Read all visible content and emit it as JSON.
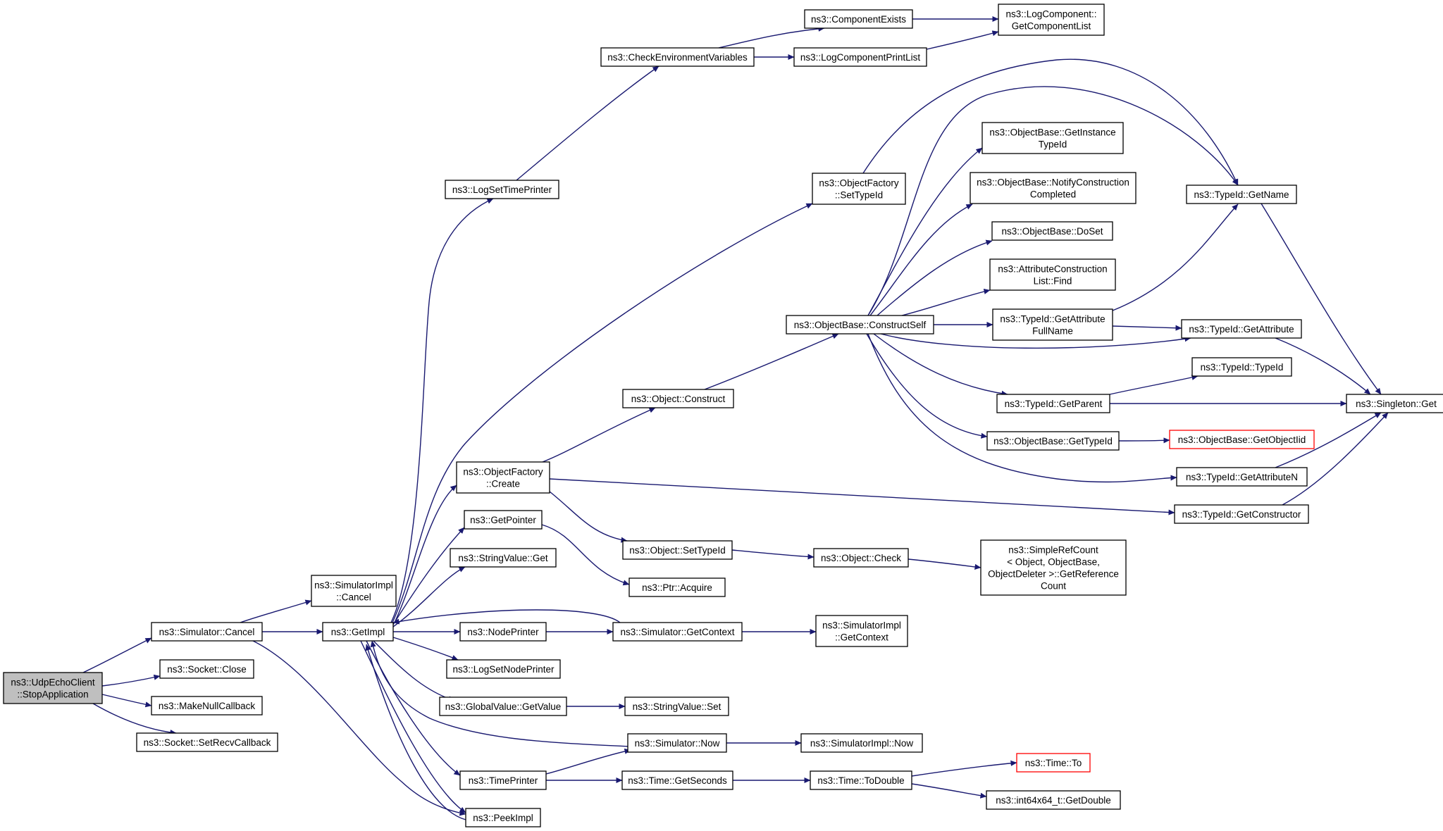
{
  "diagram": {
    "nodes": [
      {
        "id": "root",
        "lines": [
          "ns3::UdpEchoClient",
          "::StopApplication"
        ],
        "highlight": true
      },
      {
        "id": "simcancel",
        "lines": [
          "ns3::Simulator::Cancel"
        ]
      },
      {
        "id": "sockclose",
        "lines": [
          "ns3::Socket::Close"
        ]
      },
      {
        "id": "makenull",
        "lines": [
          "ns3::MakeNullCallback"
        ]
      },
      {
        "id": "setrecv",
        "lines": [
          "ns3::Socket::SetRecvCallback"
        ]
      },
      {
        "id": "simimplcancel",
        "lines": [
          "ns3::SimulatorImpl",
          "::Cancel"
        ]
      },
      {
        "id": "getimpl",
        "lines": [
          "ns3::GetImpl"
        ]
      },
      {
        "id": "logsettime",
        "lines": [
          "ns3::LogSetTimePrinter"
        ]
      },
      {
        "id": "checkenv",
        "lines": [
          "ns3::CheckEnvironmentVariables"
        ]
      },
      {
        "id": "compexists",
        "lines": [
          "ns3::ComponentExists"
        ]
      },
      {
        "id": "logcompprint",
        "lines": [
          "ns3::LogComponentPrintList"
        ]
      },
      {
        "id": "getcomplist",
        "lines": [
          "ns3::LogComponent::",
          "GetComponentList"
        ]
      },
      {
        "id": "objfactcreate",
        "lines": [
          "ns3::ObjectFactory",
          "::Create"
        ]
      },
      {
        "id": "objfactsettypeid",
        "lines": [
          "ns3::ObjectFactory",
          "::SetTypeId"
        ]
      },
      {
        "id": "getpointer",
        "lines": [
          "ns3::GetPointer"
        ]
      },
      {
        "id": "stringget",
        "lines": [
          "ns3::StringValue::Get"
        ]
      },
      {
        "id": "nodeprinter",
        "lines": [
          "ns3::NodePrinter"
        ]
      },
      {
        "id": "logsetnode",
        "lines": [
          "ns3::LogSetNodePrinter"
        ]
      },
      {
        "id": "globalgetvalue",
        "lines": [
          "ns3::GlobalValue::GetValue"
        ]
      },
      {
        "id": "timeprinter",
        "lines": [
          "ns3::TimePrinter"
        ]
      },
      {
        "id": "peekimpl",
        "lines": [
          "ns3::PeekImpl"
        ]
      },
      {
        "id": "objconstruct",
        "lines": [
          "ns3::Object::Construct"
        ]
      },
      {
        "id": "objsettypeid",
        "lines": [
          "ns3::Object::SetTypeId"
        ]
      },
      {
        "id": "ptracquire",
        "lines": [
          "ns3::Ptr::Acquire"
        ]
      },
      {
        "id": "simgetcontext",
        "lines": [
          "ns3::Simulator::GetContext"
        ]
      },
      {
        "id": "stringset",
        "lines": [
          "ns3::StringValue::Set"
        ]
      },
      {
        "id": "simnow",
        "lines": [
          "ns3::Simulator::Now"
        ]
      },
      {
        "id": "timegetseconds",
        "lines": [
          "ns3::Time::GetSeconds"
        ]
      },
      {
        "id": "constructself",
        "lines": [
          "ns3::ObjectBase::ConstructSelf"
        ]
      },
      {
        "id": "objcheck",
        "lines": [
          "ns3::Object::Check"
        ]
      },
      {
        "id": "simimplgetcontext",
        "lines": [
          "ns3::SimulatorImpl",
          "::GetContext"
        ]
      },
      {
        "id": "simimplnow",
        "lines": [
          "ns3::SimulatorImpl::Now"
        ]
      },
      {
        "id": "timetodouble",
        "lines": [
          "ns3::Time::ToDouble"
        ]
      },
      {
        "id": "getinstancetypeid",
        "lines": [
          "ns3::ObjectBase::GetInstance",
          "TypeId"
        ]
      },
      {
        "id": "notifyconstruction",
        "lines": [
          "ns3::ObjectBase::NotifyConstruction",
          "Completed"
        ]
      },
      {
        "id": "doset",
        "lines": [
          "ns3::ObjectBase::DoSet"
        ]
      },
      {
        "id": "attrconstfind",
        "lines": [
          "ns3::AttributeConstruction",
          "List::Find"
        ]
      },
      {
        "id": "getattrfullname",
        "lines": [
          "ns3::TypeId::GetAttribute",
          "FullName"
        ]
      },
      {
        "id": "getparent",
        "lines": [
          "ns3::TypeId::GetParent"
        ]
      },
      {
        "id": "objbasegettypeid",
        "lines": [
          "ns3::ObjectBase::GetTypeId"
        ]
      },
      {
        "id": "simplerefcount",
        "lines": [
          "ns3::SimpleRefCount",
          "< Object, ObjectBase,",
          "ObjectDeleter >::GetReference",
          "Count"
        ]
      },
      {
        "id": "timeto",
        "lines": [
          "ns3::Time::To"
        ],
        "red": true
      },
      {
        "id": "getdouble",
        "lines": [
          "ns3::int64x64_t::GetDouble"
        ]
      },
      {
        "id": "typeidgetname",
        "lines": [
          "ns3::TypeId::GetName"
        ]
      },
      {
        "id": "typeidgetattr",
        "lines": [
          "ns3::TypeId::GetAttribute"
        ]
      },
      {
        "id": "typeidtypeid",
        "lines": [
          "ns3::TypeId::TypeId"
        ]
      },
      {
        "id": "getobjectiid",
        "lines": [
          "ns3::ObjectBase::GetObjectIid"
        ],
        "red": true
      },
      {
        "id": "getattrn",
        "lines": [
          "ns3::TypeId::GetAttributeN"
        ]
      },
      {
        "id": "getconstructor",
        "lines": [
          "ns3::TypeId::GetConstructor"
        ]
      },
      {
        "id": "singletonget",
        "lines": [
          "ns3::Singleton::Get"
        ]
      }
    ],
    "edges": [
      [
        "root",
        "simcancel"
      ],
      [
        "root",
        "sockclose"
      ],
      [
        "root",
        "makenull"
      ],
      [
        "root",
        "setrecv"
      ],
      [
        "simcancel",
        "simimplcancel"
      ],
      [
        "simcancel",
        "getimpl"
      ],
      [
        "simcancel",
        "peekimpl"
      ],
      [
        "getimpl",
        "logsettime"
      ],
      [
        "getimpl",
        "objfactsettypeid"
      ],
      [
        "getimpl",
        "objfactcreate"
      ],
      [
        "getimpl",
        "getpointer"
      ],
      [
        "getimpl",
        "stringget"
      ],
      [
        "getimpl",
        "nodeprinter"
      ],
      [
        "getimpl",
        "logsetnode"
      ],
      [
        "getimpl",
        "globalgetvalue"
      ],
      [
        "getimpl",
        "timeprinter"
      ],
      [
        "getimpl",
        "peekimpl"
      ],
      [
        "simgetcontext",
        "getimpl"
      ],
      [
        "simnow",
        "getimpl"
      ],
      [
        "peekimpl",
        "getimpl"
      ],
      [
        "logsettime",
        "checkenv"
      ],
      [
        "checkenv",
        "compexists"
      ],
      [
        "checkenv",
        "logcompprint"
      ],
      [
        "compexists",
        "getcomplist"
      ],
      [
        "logcompprint",
        "getcomplist"
      ],
      [
        "objfactsettypeid",
        "typeidgetname"
      ],
      [
        "objfactcreate",
        "objconstruct"
      ],
      [
        "objfactcreate",
        "objsettypeid"
      ],
      [
        "objfactcreate",
        "getconstructor"
      ],
      [
        "getpointer",
        "ptracquire"
      ],
      [
        "nodeprinter",
        "simgetcontext"
      ],
      [
        "globalgetvalue",
        "stringset"
      ],
      [
        "timeprinter",
        "simnow"
      ],
      [
        "timeprinter",
        "timegetseconds"
      ],
      [
        "objconstruct",
        "constructself"
      ],
      [
        "objsettypeid",
        "objcheck"
      ],
      [
        "simgetcontext",
        "simimplgetcontext"
      ],
      [
        "simnow",
        "simimplnow"
      ],
      [
        "timegetseconds",
        "timetodouble"
      ],
      [
        "objcheck",
        "simplerefcount"
      ],
      [
        "timetodouble",
        "timeto"
      ],
      [
        "timetodouble",
        "getdouble"
      ],
      [
        "constructself",
        "typeidgetname"
      ],
      [
        "constructself",
        "getinstancetypeid"
      ],
      [
        "constructself",
        "notifyconstruction"
      ],
      [
        "constructself",
        "doset"
      ],
      [
        "constructself",
        "attrconstfind"
      ],
      [
        "constructself",
        "getattrfullname"
      ],
      [
        "constructself",
        "typeidgetattr"
      ],
      [
        "constructself",
        "getparent"
      ],
      [
        "constructself",
        "objbasegettypeid"
      ],
      [
        "constructself",
        "getattrn"
      ],
      [
        "getattrfullname",
        "typeidgetname"
      ],
      [
        "getattrfullname",
        "typeidgetattr"
      ],
      [
        "getparent",
        "typeidtypeid"
      ],
      [
        "getparent",
        "singletonget"
      ],
      [
        "objbasegettypeid",
        "getobjectiid"
      ],
      [
        "typeidgetname",
        "singletonget"
      ],
      [
        "typeidgetattr",
        "singletonget"
      ],
      [
        "getattrn",
        "singletonget"
      ],
      [
        "getconstructor",
        "singletonget"
      ]
    ]
  }
}
